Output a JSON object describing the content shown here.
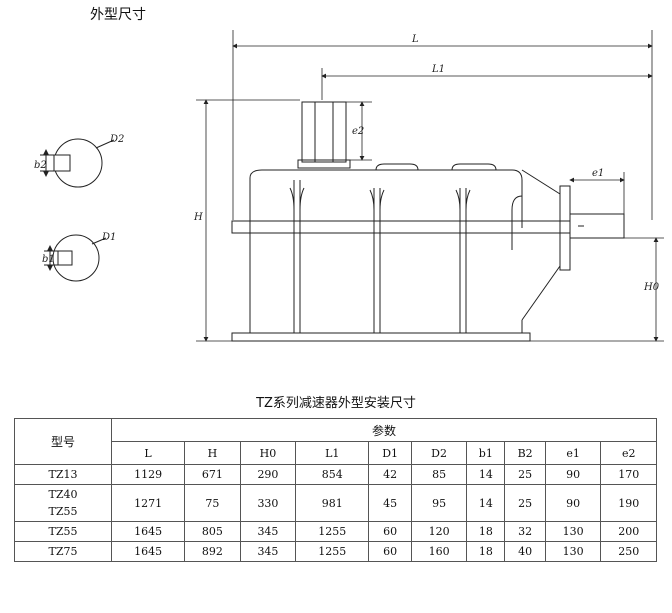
{
  "page_title": "外型尺寸",
  "drawing": {
    "labels": {
      "L": "L",
      "L1": "L1",
      "e2": "e2",
      "e1": "e1",
      "H": "H",
      "H0": "H0",
      "D2": "D2",
      "D1": "D1",
      "b2": "b2",
      "b1": "b1"
    }
  },
  "table": {
    "title": "TZ系列减速器外型安装尺寸",
    "model_header": "型号",
    "params_header": "参数",
    "columns": [
      "L",
      "H",
      "H0",
      "L1",
      "D1",
      "D2",
      "b1",
      "B2",
      "e1",
      "e2"
    ],
    "rows": [
      {
        "model": "TZ13",
        "values": [
          "1129",
          "671",
          "290",
          "854",
          "42",
          "85",
          "14",
          "25",
          "90",
          "170"
        ]
      },
      {
        "model": "TZ40\nTZ55",
        "values": [
          "1271",
          "75",
          "330",
          "981",
          "45",
          "95",
          "14",
          "25",
          "90",
          "190"
        ]
      },
      {
        "model": "TZ55",
        "values": [
          "1645",
          "805",
          "345",
          "1255",
          "60",
          "120",
          "18",
          "32",
          "130",
          "200"
        ]
      },
      {
        "model": "TZ75",
        "values": [
          "1645",
          "892",
          "345",
          "1255",
          "60",
          "160",
          "18",
          "40",
          "130",
          "250"
        ]
      }
    ]
  }
}
